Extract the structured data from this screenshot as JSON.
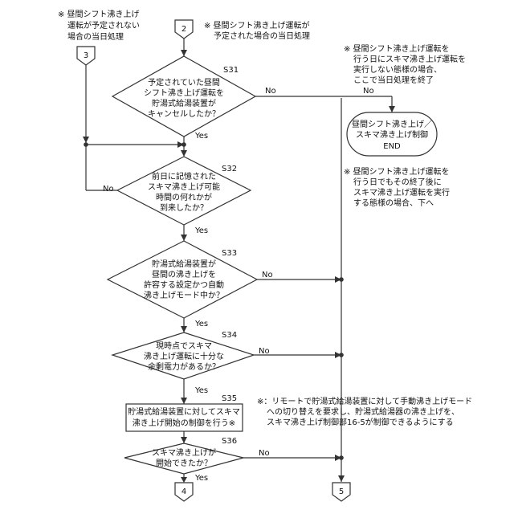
{
  "notes": {
    "top_left": [
      "※ 昼間シフト沸き上げ",
      "運転が予定されない",
      "場合の当日処理"
    ],
    "top_center": [
      "※ 昼間シフト沸き上げ運転が",
      "予定された場合の当日処理"
    ],
    "top_right": [
      "※ 昼間シフト沸き上げ運転を",
      "行う日にスキマ沸き上げ運転を",
      "実行しない態様の場合、",
      "ここで当日処理を終了"
    ],
    "mid_right": [
      "※ 昼間シフト沸き上げ運転を",
      "行う日でもその終了後に",
      "スキマ沸き上げ運転を実行",
      "する態様の場合、下へ"
    ],
    "bottom_right": [
      "※：リモートで貯湯式給湯装置に対して手動沸き上げモード",
      "への切り替えを要求し、貯湯式給湯器の沸き上げを、",
      "スキマ沸き上げ制御部16-5が制御できるようにする"
    ]
  },
  "connectors": {
    "c2": "2",
    "c3": "3",
    "c4": "4",
    "c5": "5"
  },
  "steps": {
    "s31": {
      "id": "S31",
      "lines": [
        "予定されていた昼間",
        "シフト沸き上げ運転を",
        "貯湯式給湯装置が",
        "キャンセルしたか？"
      ]
    },
    "s32": {
      "id": "S32",
      "lines": [
        "前日に記憶された",
        "スキマ沸き上げ可能",
        "時間の何れかが",
        "到来したか？"
      ]
    },
    "s33": {
      "id": "S33",
      "lines": [
        "貯湯式給湯装置が",
        "昼間の沸き上げを",
        "許容する設定かつ自動",
        "沸き上げモード中か？"
      ]
    },
    "s34": {
      "id": "S34",
      "lines": [
        "現時点でスキマ",
        "沸き上げ運転に十分な",
        "余剰電力があるか？"
      ]
    },
    "s35": {
      "id": "S35",
      "lines": [
        "貯湯式給湯装置に対してスキマ",
        "沸き上げ開始の制御を行う※"
      ]
    },
    "s36": {
      "id": "S36",
      "lines": [
        "スキマ沸き上げが",
        "開始できたか？"
      ]
    }
  },
  "terminal": {
    "lines": [
      "昼間シフト沸き上げ／",
      "スキマ沸き上げ制御",
      "END"
    ]
  },
  "branch": {
    "yes": "Yes",
    "no": "No"
  }
}
